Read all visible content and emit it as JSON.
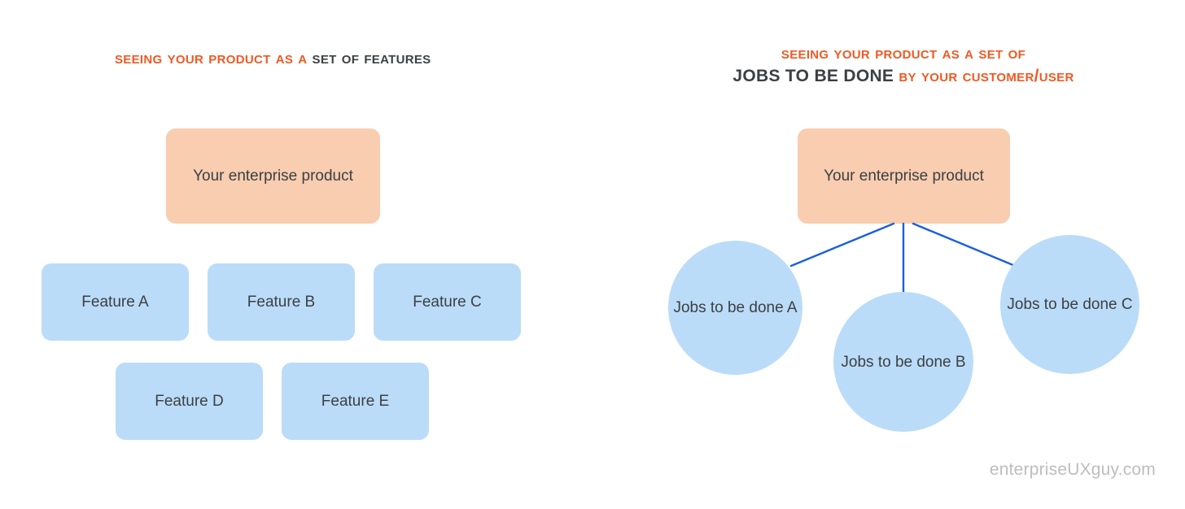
{
  "colors": {
    "accent_orange": "#ef5a23",
    "peach_fill": "#f8cdb0",
    "blue_fill": "#bbdcf8",
    "connector_blue": "#1a5fdd",
    "text_dark": "#3c4043",
    "watermark_gray": "#bdbdbd",
    "background": "#ffffff"
  },
  "left_panel": {
    "title": {
      "orange_run": "Seeing your product as a",
      "dark_run": "set of features"
    },
    "product_node": "Your enterprise product",
    "features": [
      {
        "label": "Feature A"
      },
      {
        "label": "Feature B"
      },
      {
        "label": "Feature C"
      },
      {
        "label": "Feature D"
      },
      {
        "label": "Feature E"
      }
    ]
  },
  "right_panel": {
    "title": {
      "line1_orange": "Seeing your product as a set of",
      "line2_dark_caps": "JOBS TO BE DONE",
      "line2_orange": "by your customer/user"
    },
    "product_node": "Your enterprise product",
    "jobs": [
      {
        "label": "Jobs to be done A"
      },
      {
        "label": "Jobs to be done B"
      },
      {
        "label": "Jobs to be done C"
      }
    ]
  },
  "footer": {
    "watermark": "enterpriseUXguy.com"
  }
}
